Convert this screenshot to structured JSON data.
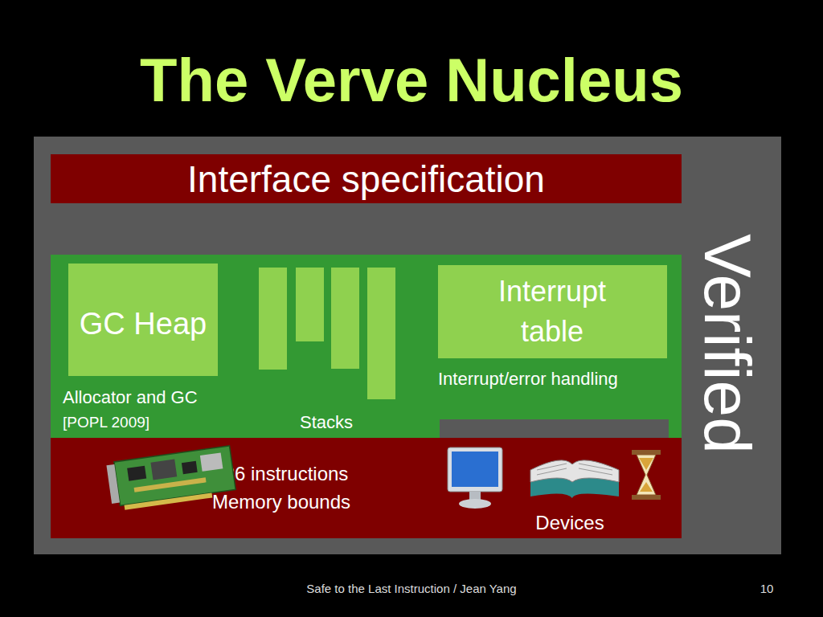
{
  "diagram": {
    "title": "The Verve Nucleus",
    "nodes": [
      {
        "text": [
          "Verified"
        ]
      },
      {
        "text": [
          "Interface specification"
        ],
        "in": 0
      },
      {
        "text": [
          "GC Heap",
          "Allocator and GC",
          "[POPL 2009]"
        ],
        "in": 0
      },
      {
        "text": [
          "Interrupt table",
          "Interrupt/error handling"
        ],
        "in": 0
      },
      {
        "text": [
          "x86 instructions Memory bounds",
          "Devices"
        ],
        "in": 0
      }
    ],
    "labels": [
      "Stacks",
      "Safe to the Last Instruction / Jean Yang",
      "10"
    ]
  }
}
